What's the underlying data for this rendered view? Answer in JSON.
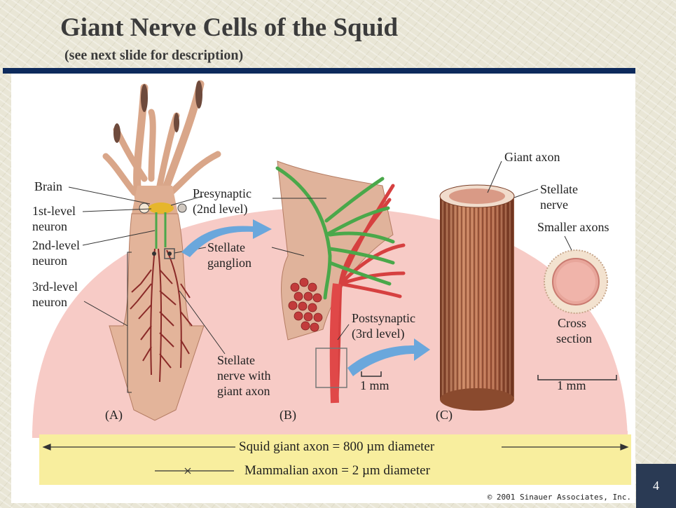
{
  "slide": {
    "title": "Giant Nerve Cells of the Squid",
    "subtitle": "(see next slide for description)",
    "slide_number": "4",
    "copyright": "© 2001 Sinauer Associates, Inc."
  },
  "labels": {
    "brain": "Brain",
    "first_level_1": "1st-level",
    "first_level_2": "neuron",
    "second_level_1": "2nd-level",
    "second_level_2": "neuron",
    "third_level_1": "3rd-level",
    "third_level_2": "neuron",
    "presynaptic_1": "Presynaptic",
    "presynaptic_2": "(2nd level)",
    "stellate_ganglion_1": "Stellate",
    "stellate_ganglion_2": "ganglion",
    "stellate_nerve_a_1": "Stellate",
    "stellate_nerve_a_2": "nerve with",
    "stellate_nerve_a_3": "giant axon",
    "postsynaptic_1": "Postsynaptic",
    "postsynaptic_2": "(3rd level)",
    "giant_axon": "Giant axon",
    "stellate_nerve_c_1": "Stellate",
    "stellate_nerve_c_2": "nerve",
    "smaller_axons": "Smaller axons",
    "cross_section_1": "Cross",
    "cross_section_2": "section",
    "scale_b": "1 mm",
    "scale_c": "1 mm"
  },
  "panels": {
    "a": "(A)",
    "b": "(B)",
    "c": "(C)"
  },
  "legend": {
    "squid": "Squid giant axon = 800 µm diameter",
    "mammal": "Mammalian axon = 2 µm diameter"
  },
  "colors": {
    "title_bar": "#0d2a5c",
    "dome_pink": "#f7c9c4",
    "legend_band": "#f7ed9c",
    "squid_skin": "#e3b49a",
    "axon_red": "#b0302e",
    "presynaptic_green": "#5bb55b",
    "arrow_blue": "#6aa7dc",
    "nerve_brown": "#9c5a3a"
  }
}
